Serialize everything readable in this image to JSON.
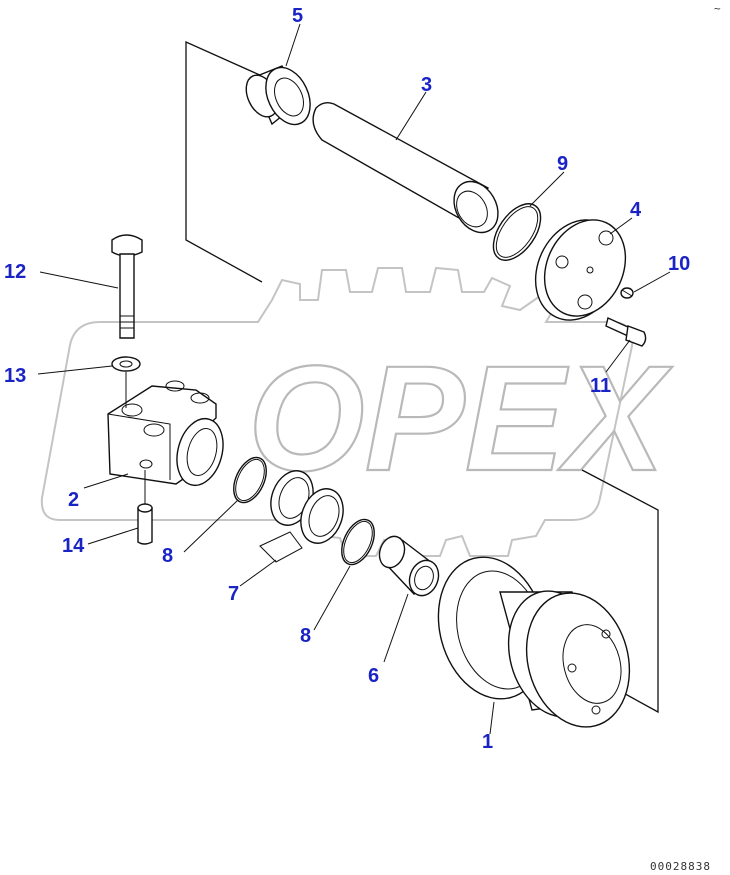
{
  "callouts": {
    "c1": "1",
    "c2": "2",
    "c3": "3",
    "c4": "4",
    "c5": "5",
    "c6": "6",
    "c7": "7",
    "c8a": "8",
    "c8b": "8",
    "c9": "9",
    "c10": "10",
    "c11": "11",
    "c12": "12",
    "c13": "13",
    "c14": "14"
  },
  "watermark": {
    "text": "OPEX"
  },
  "document_number": "00028838",
  "corner_mark": "~",
  "colors": {
    "callout": "#1a24c4",
    "lines": "#111111",
    "watermark": "#b9b9b9"
  }
}
